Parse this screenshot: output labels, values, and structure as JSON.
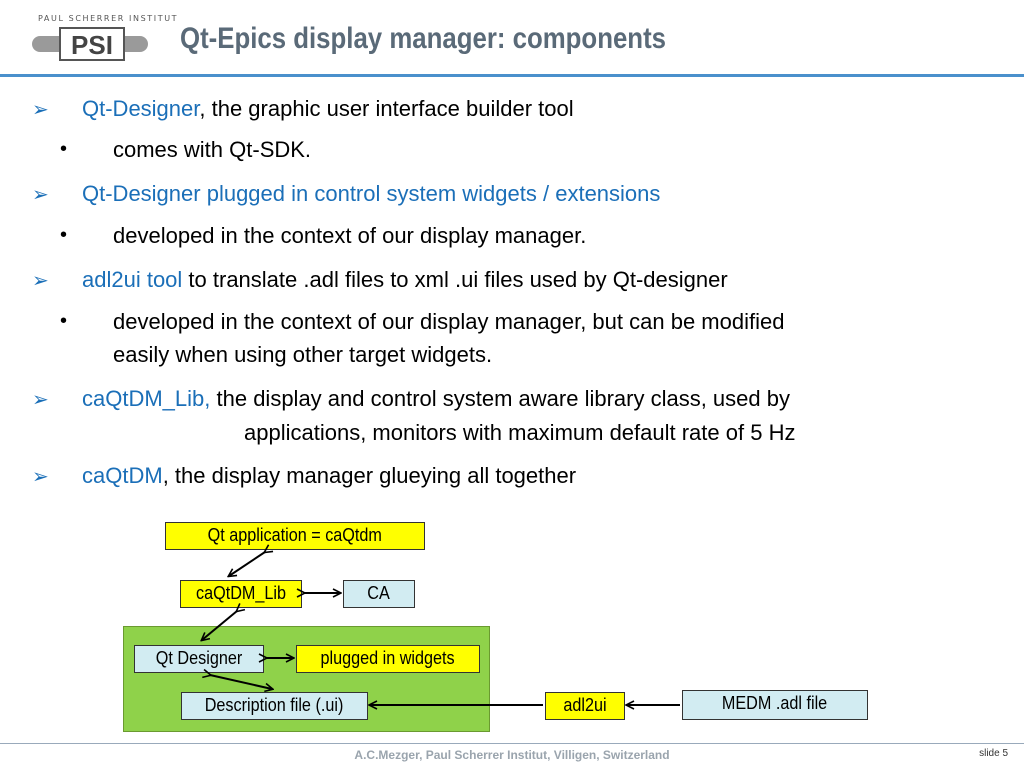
{
  "header": {
    "logo_text": "PAUL SCHERRER INSTITUT",
    "logo_mark": "PSI",
    "title": "Qt-Epics display manager: components"
  },
  "items": [
    {
      "type": "arrow",
      "highlight": "Qt-Designer",
      "rest": ", the graphic user interface builder tool"
    },
    {
      "type": "dot",
      "text": "comes with Qt-SDK."
    },
    {
      "type": "arrow",
      "highlight": "Qt-Designer plugged in control system widgets / extensions",
      "rest": ""
    },
    {
      "type": "dot",
      "text": "developed in the context of our display manager."
    },
    {
      "type": "arrow",
      "highlight": "adl2ui tool",
      "rest": " to translate .adl files to xml .ui files used by Qt-designer"
    },
    {
      "type": "dot",
      "text": "developed  in the context of our display manager, but can be modified",
      "text2": "easily when using other target widgets."
    },
    {
      "type": "arrow",
      "highlight": "caQtDM_Lib,",
      "rest": " the display and control system aware library class, used by",
      "rest2": "applications, monitors with maximum default rate of 5 Hz"
    },
    {
      "type": "arrow",
      "highlight": "caQtDM",
      "rest": ", the display manager glueying all together"
    }
  ],
  "diagram": {
    "qt_app": "Qt application = caQtdm",
    "lib": "caQtDM_Lib",
    "ca": "CA",
    "designer": "Qt Designer",
    "plugins": "plugged in widgets",
    "desc_file": "Description file (.ui)",
    "adl2ui": "adl2ui",
    "medm": "MEDM .adl file"
  },
  "footer": {
    "credit": "A.C.Mezger, Paul Scherrer Institut, Villigen, Switzerland",
    "slide": "slide 5"
  },
  "colors": {
    "accent_blue": "#1b6fb8",
    "header_line": "#4a90cc",
    "title_gray": "#5a6a78",
    "yellow": "#ffff00",
    "light_blue": "#d2ecf2",
    "green": "#8fd24a"
  }
}
